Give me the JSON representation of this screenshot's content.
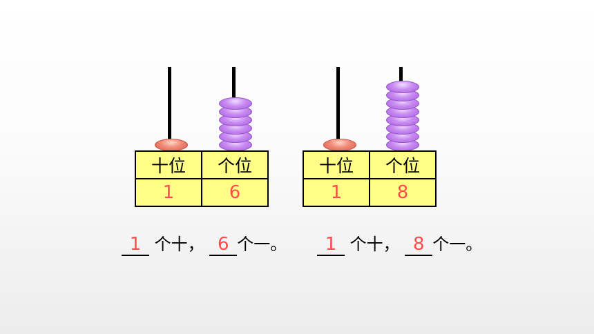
{
  "abacus_left": {
    "tens_beads": 1,
    "ones_beads": 6
  },
  "abacus_right": {
    "tens_beads": 1,
    "ones_beads": 8
  },
  "table_left": {
    "tens_header": "十位",
    "ones_header": "个位",
    "tens_value": "1",
    "ones_value": "6"
  },
  "table_right": {
    "tens_header": "十位",
    "ones_header": "个位",
    "tens_value": "1",
    "ones_value": "8"
  },
  "sentence_left": {
    "tens_answer": "1",
    "tens_text": "个十，",
    "ones_answer": "6",
    "ones_text": "个一。"
  },
  "sentence_right": {
    "tens_answer": "1",
    "tens_text": "个十，",
    "ones_answer": "8",
    "ones_text": "个一。"
  },
  "colors": {
    "answer": "#ff4b4b",
    "table_fill": "#ffff88",
    "tens_bead": "#e8705c",
    "ones_bead": "#b873e8"
  }
}
